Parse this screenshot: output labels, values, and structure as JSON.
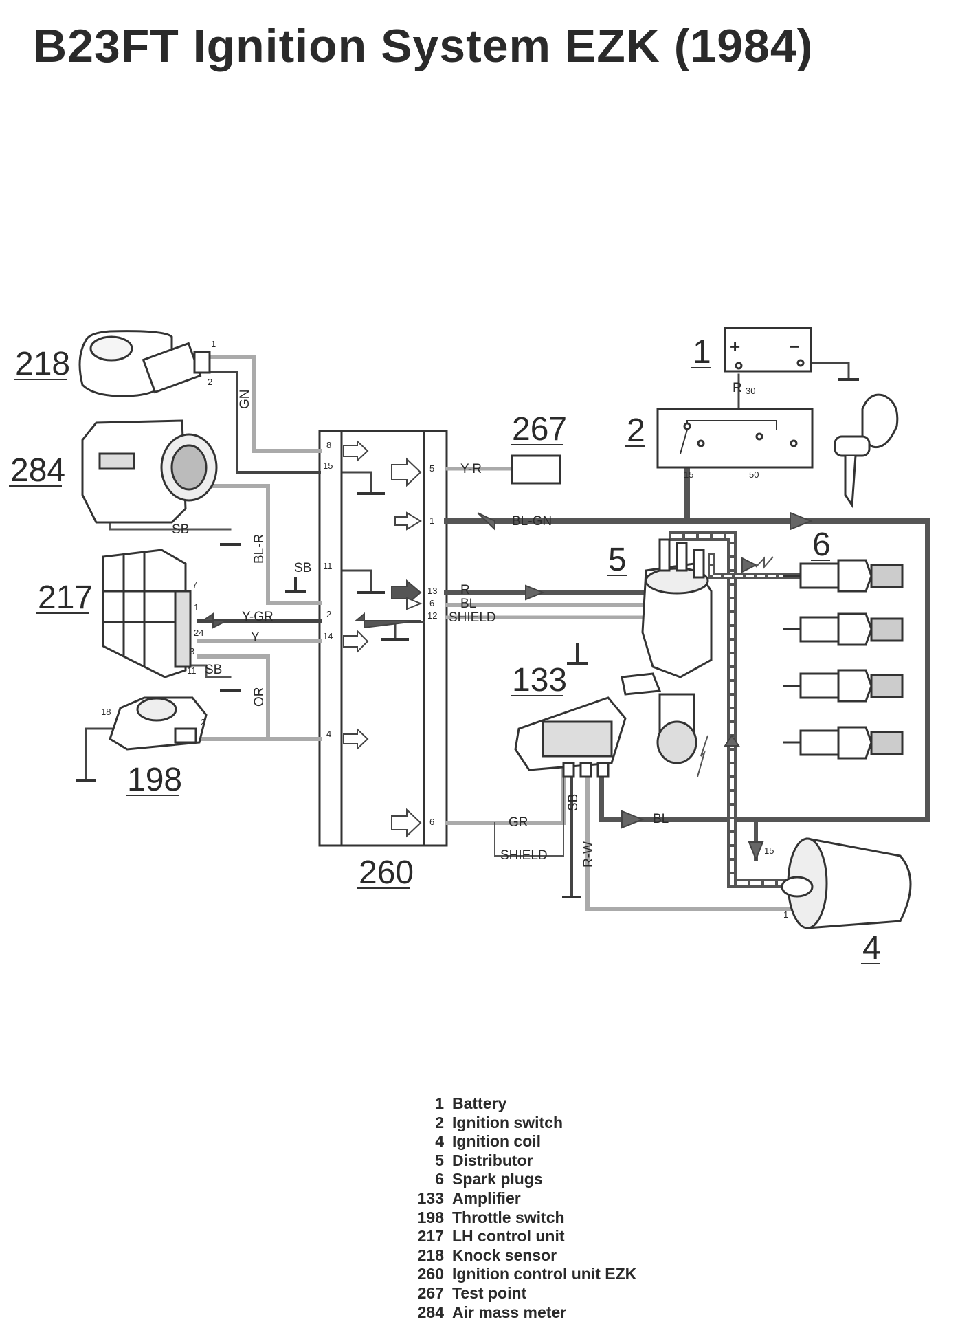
{
  "title": "B23FT Ignition System EZK (1984)",
  "components": [
    {
      "id": "1",
      "name": "Battery"
    },
    {
      "id": "2",
      "name": "Ignition switch"
    },
    {
      "id": "4",
      "name": "Ignition coil"
    },
    {
      "id": "5",
      "name": "Distributor"
    },
    {
      "id": "6",
      "name": "Spark plugs"
    },
    {
      "id": "133",
      "name": "Amplifier"
    },
    {
      "id": "198",
      "name": "Throttle switch"
    },
    {
      "id": "217",
      "name": "LH control unit"
    },
    {
      "id": "218",
      "name": "Knock sensor"
    },
    {
      "id": "260",
      "name": "Ignition control unit EZK"
    },
    {
      "id": "267",
      "name": "Test point"
    },
    {
      "id": "284",
      "name": "Air mass meter"
    }
  ],
  "wire_labels": [
    "GN",
    "BL-R",
    "SB",
    "SB",
    "Y-GR",
    "Y",
    "SB",
    "OR",
    "Y-R",
    "BL-GN",
    "R",
    "BL",
    "SHIELD",
    "GR",
    "SHIELD",
    "SB",
    "R-W",
    "BL",
    "R"
  ],
  "pin_labels": [
    "1",
    "2",
    "8",
    "15",
    "11",
    "2",
    "14",
    "4",
    "5",
    "1",
    "13",
    "6",
    "12",
    "6",
    "7",
    "1",
    "24",
    "3",
    "11",
    "18",
    "2",
    "30",
    "15",
    "50",
    "15",
    "1"
  ],
  "battery_symbols": [
    "+",
    "−"
  ]
}
